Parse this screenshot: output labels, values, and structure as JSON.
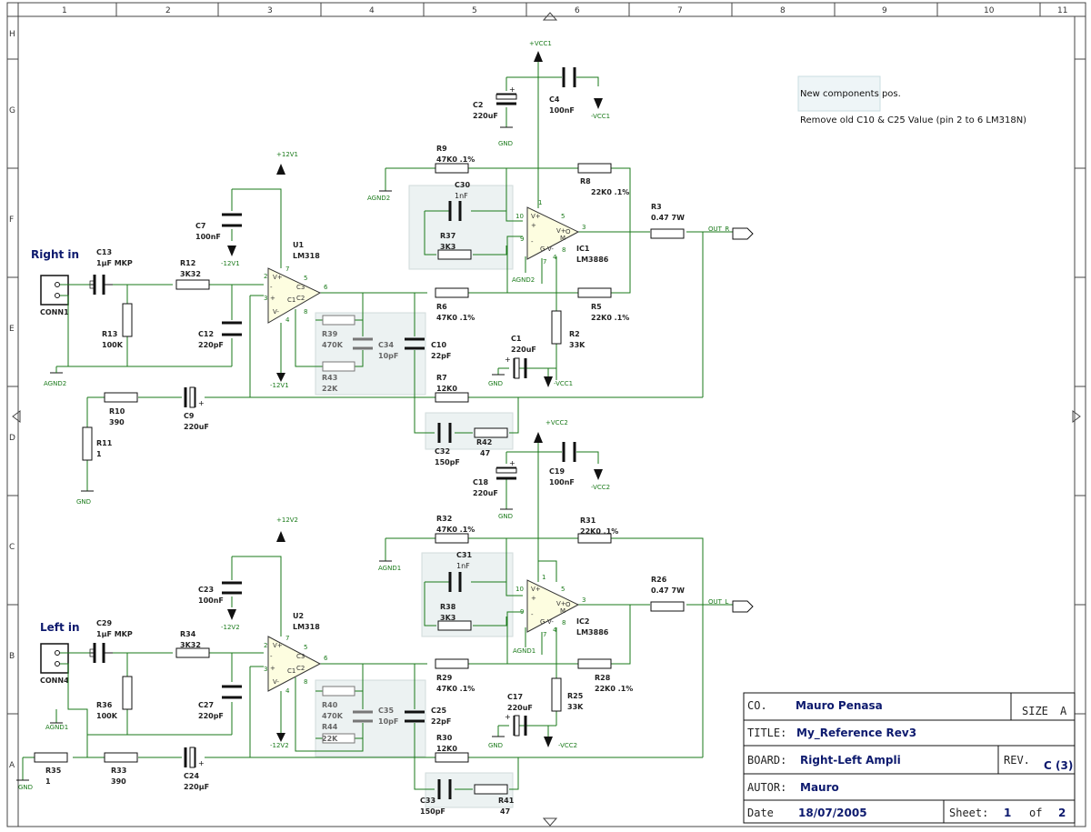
{
  "frame": {
    "columns": [
      "1",
      "2",
      "3",
      "4",
      "5",
      "6",
      "7",
      "8",
      "9",
      "10",
      "11"
    ],
    "rows": [
      "H",
      "G",
      "F",
      "E",
      "D",
      "C",
      "B",
      "A"
    ]
  },
  "notes": {
    "line1": "New components pos.",
    "line2": "Remove old C10 & C25 Value (pin 2 to 6 LM318N)"
  },
  "inputs": {
    "right": "Right in",
    "left": "Left in"
  },
  "right_channel": {
    "conn": "CONN1",
    "c13": [
      "C13",
      "1µF MKP"
    ],
    "r12": [
      "R12",
      "3K32"
    ],
    "r13": [
      "R13",
      "100K"
    ],
    "c12": [
      "C12",
      "220pF"
    ],
    "c7": [
      "C7",
      "100nF"
    ],
    "r10": [
      "R10",
      "390"
    ],
    "c9": [
      "C9",
      "220uF"
    ],
    "r11": [
      "R11",
      "1"
    ],
    "u1": [
      "U1",
      "LM318"
    ],
    "r39": [
      "R39",
      "470K"
    ],
    "r43": [
      "R43",
      "22K"
    ],
    "c34": [
      "C34",
      "10pF"
    ],
    "c10": [
      "C10",
      "22pF"
    ],
    "r7": [
      "R7",
      "12K0"
    ],
    "r6": [
      "R6",
      "47K0 .1%"
    ],
    "r9": [
      "R9",
      "47K0 .1%"
    ],
    "c30": [
      "C30",
      "1nF"
    ],
    "r37": [
      "R37",
      "3K3"
    ],
    "c2": [
      "C2",
      "220uF"
    ],
    "c4": [
      "C4",
      "100nF"
    ],
    "r8": [
      "R8",
      "22K0 .1%"
    ],
    "r5": [
      "R5",
      "22K0 .1%"
    ],
    "r3": [
      "R3",
      "0.47 7W"
    ],
    "ic1": [
      "IC1",
      "LM3886"
    ],
    "r2": [
      "R2",
      "33K"
    ],
    "c1": [
      "C1",
      "220uF"
    ],
    "c32": [
      "C32",
      "150pF"
    ],
    "r42": [
      "R42",
      "47"
    ],
    "out": "OUT_R"
  },
  "left_channel": {
    "conn": "CONN4",
    "c29": [
      "C29",
      "1µF MKP"
    ],
    "r34": [
      "R34",
      "3K32"
    ],
    "r36": [
      "R36",
      "100K"
    ],
    "c27": [
      "C27",
      "220pF"
    ],
    "c23": [
      "C23",
      "100nF"
    ],
    "r33": [
      "R33",
      "390"
    ],
    "c24": [
      "C24",
      "220µF"
    ],
    "r35": [
      "R35",
      "1"
    ],
    "u2": [
      "U2",
      "LM318"
    ],
    "r40": [
      "R40",
      "470K"
    ],
    "r44": [
      "R44",
      "22K"
    ],
    "c35": [
      "C35",
      "10pF"
    ],
    "c25": [
      "C25",
      "22pF"
    ],
    "r30": [
      "R30",
      "12K0"
    ],
    "r29": [
      "R29",
      "47K0 .1%"
    ],
    "r32": [
      "R32",
      "47K0 .1%"
    ],
    "c31": [
      "C31",
      "1nF"
    ],
    "r38": [
      "R38",
      "3K3"
    ],
    "c18": [
      "C18",
      "220uF"
    ],
    "c19": [
      "C19",
      "100nF"
    ],
    "r31": [
      "R31",
      "22K0 .1%"
    ],
    "r28": [
      "R28",
      "22K0 .1%"
    ],
    "r26": [
      "R26",
      "0.47 7W"
    ],
    "ic2": [
      "IC2",
      "LM3886"
    ],
    "r25": [
      "R25",
      "33K"
    ],
    "c17": [
      "C17",
      "220uF"
    ],
    "c33": [
      "C33",
      "150pF"
    ],
    "r41": [
      "R41",
      "47"
    ],
    "out": "OUT_L"
  },
  "power": {
    "p12v1": "+12V1",
    "m12v1": "-12V1",
    "p12v2": "+12V2",
    "m12v2": "-12V2",
    "pvcc1": "+VCC1",
    "mvcc1": "-VCC1",
    "pvcc2": "+VCC2",
    "mvcc2": "-VCC2",
    "gnd": "GND",
    "agnd1": "AGND1",
    "agnd2": "AGND2"
  },
  "titleblock": {
    "co_label": "CO.",
    "co_value": "Mauro Penasa",
    "size_label": "SIZE",
    "size_value": "A",
    "title_label": "TITLE:",
    "title_value": "My_Reference Rev3",
    "board_label": "BOARD:",
    "board_value": "Right-Left Ampli",
    "rev_label": "REV.",
    "rev_value": "C (3)",
    "autor_label": "AUTOR:",
    "autor_value": "Mauro",
    "date_label": "Date",
    "date_value": "18/07/2005",
    "sheet_label": "Sheet:",
    "sheet_value": "1",
    "of_label": "of",
    "of_value": "2"
  }
}
